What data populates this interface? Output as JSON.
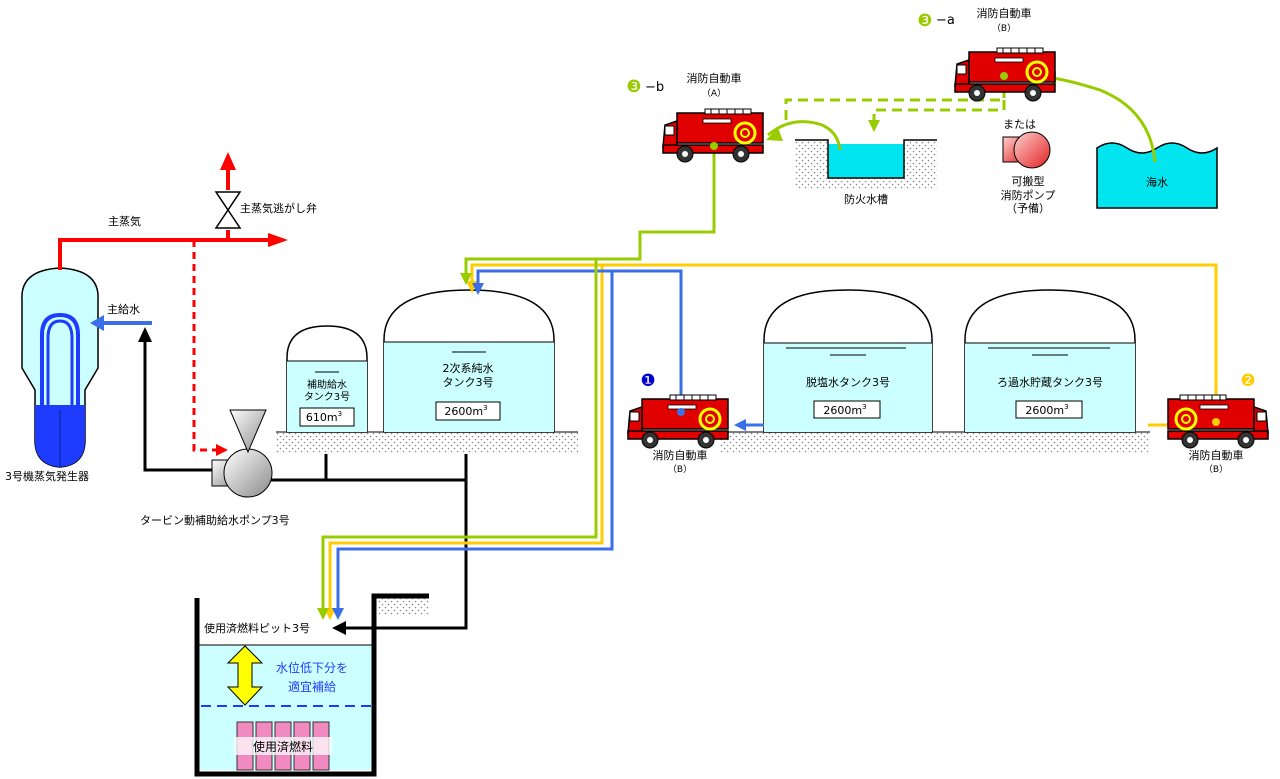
{
  "labels": {
    "main_steam": "主蒸気",
    "relief_valve": "主蒸気逃がし弁",
    "main_feedwater": "主給水",
    "steam_generator": "3号機蒸気発生器",
    "turbine_pump": "タービン動補助給水ポンプ3号",
    "aux_tank_l1": "補助給水",
    "aux_tank_l2": "タンク3号",
    "aux_tank_volume": "610m",
    "secondary_tank_l1": "2次系純水",
    "secondary_tank_l2": "タンク3号",
    "secondary_tank_volume": "2600m",
    "demin_tank": "脱塩水タンク3号",
    "demin_tank_volume": "2600m",
    "filter_tank": "ろ過水貯蔵タンク3号",
    "filter_tank_volume": "2600m",
    "cube": "3",
    "fire_cistern": "防火水槽",
    "sea_water": "海水",
    "or_text": "または",
    "portable_pump_l1": "可搬型",
    "portable_pump_l2": "消防ポンプ",
    "portable_pump_l3": "（予備）",
    "spent_fuel_pit": "使用済燃料ピット3号",
    "water_level_l1": "水位低下分を",
    "water_level_l2": "適宜補給",
    "spent_fuel": "使用済燃料"
  },
  "trucks": {
    "t1": {
      "marker": "❶",
      "name": "消防自動車",
      "sub": "（B）"
    },
    "t2": {
      "marker": "❷",
      "name": "消防自動車",
      "sub": "（B）"
    },
    "t3a": {
      "marker": "❸",
      "suffix": "−a",
      "name": "消防自動車",
      "sub": "（B）"
    },
    "t3b": {
      "marker": "❸",
      "suffix": "−b",
      "name": "消防自動車",
      "sub": "（A）"
    }
  },
  "colors": {
    "steam_red": "#ff0000",
    "feedwater_blue": "#3a6fe8",
    "line_green": "#99cc00",
    "line_yellow": "#ffcc00",
    "water_cyan": "#ccffff",
    "sea_cyan": "#00e5f0",
    "sg_blue": "#1e3cff",
    "truck_red": "#e00000",
    "fuel_pink": "#f08ac0",
    "arrow_yellow": "#ffff00",
    "marker_blue": "#0000cc",
    "marker_yellow": "#ffcc00",
    "marker_green": "#99cc00"
  }
}
